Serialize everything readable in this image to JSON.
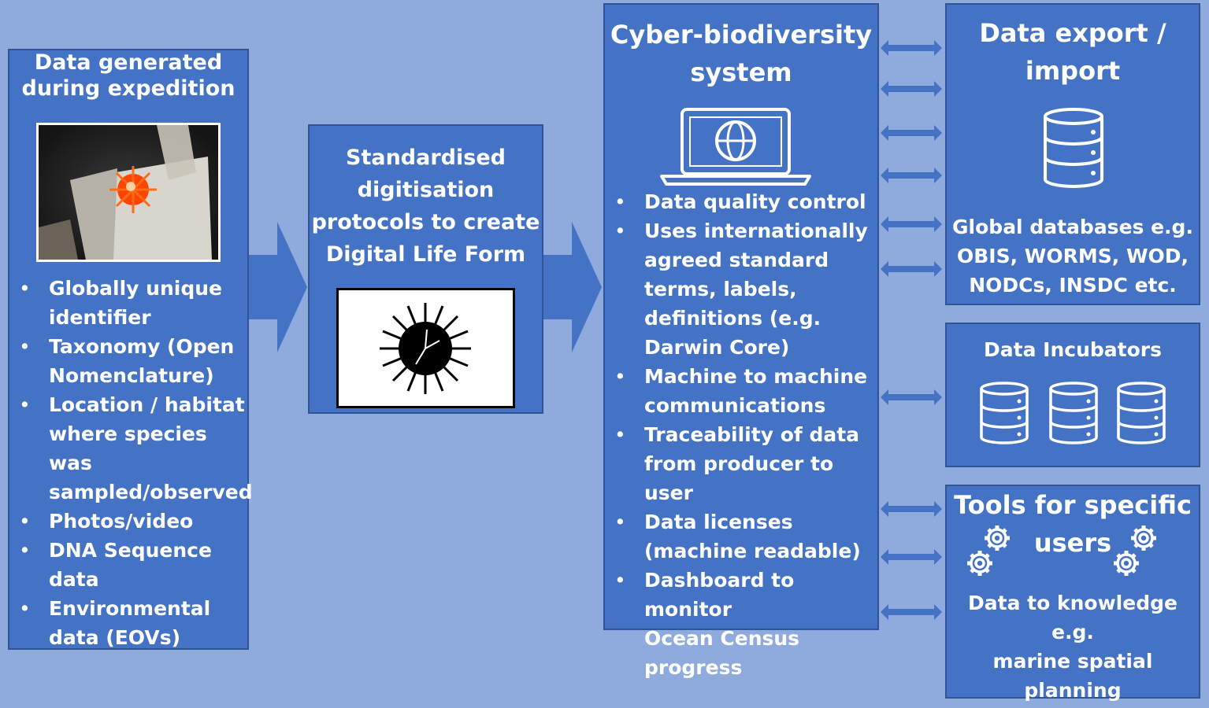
{
  "col1": {
    "title": [
      "Data generated",
      "during expedition"
    ],
    "items": [
      [
        "Globally unique",
        "identifier"
      ],
      [
        "Taxonomy (Open",
        "Nomenclature)"
      ],
      [
        "Location / habitat",
        "where species was",
        "sampled/observed"
      ],
      [
        "Photos/video"
      ],
      [
        "DNA Sequence",
        "data"
      ],
      [
        "Environmental",
        "data (EOVs)"
      ]
    ]
  },
  "col2": {
    "title": [
      "Standardised",
      "digitisation",
      "protocols to create",
      "Digital Life Form"
    ]
  },
  "col3": {
    "title": [
      "Cyber-biodiversity",
      "system"
    ],
    "items": [
      [
        "Data quality control"
      ],
      [
        "Uses internationally",
        "agreed standard",
        "terms, labels,",
        "definitions (e.g.",
        "Darwin Core)"
      ],
      [
        "Machine to machine",
        "communications"
      ],
      [
        "Traceability of data",
        "from producer to user"
      ],
      [
        "Data licenses",
        "(machine readable)"
      ],
      [
        "Dashboard to monitor",
        "Ocean Census",
        "progress"
      ]
    ]
  },
  "export": {
    "title": [
      "Data export /",
      "import"
    ],
    "text": [
      "Global databases e.g.",
      "OBIS, WORMS, WOD,",
      "NODCs, INSDC etc."
    ]
  },
  "incubators": {
    "title": "Data Incubators"
  },
  "tools": {
    "title": [
      "Tools for specific",
      "users"
    ],
    "text": [
      "Data to knowledge e.g.",
      "marine spatial",
      "planning"
    ]
  },
  "colors": {
    "background": "#8faadc",
    "box": "#4472c4",
    "border": "#2f5597",
    "accent": "#ff4500"
  },
  "icons": [
    "laptop-globe-icon",
    "database-icon",
    "gear-icon",
    "sea-urchin-icon",
    "arrow-right-icon",
    "double-arrow-icon"
  ]
}
